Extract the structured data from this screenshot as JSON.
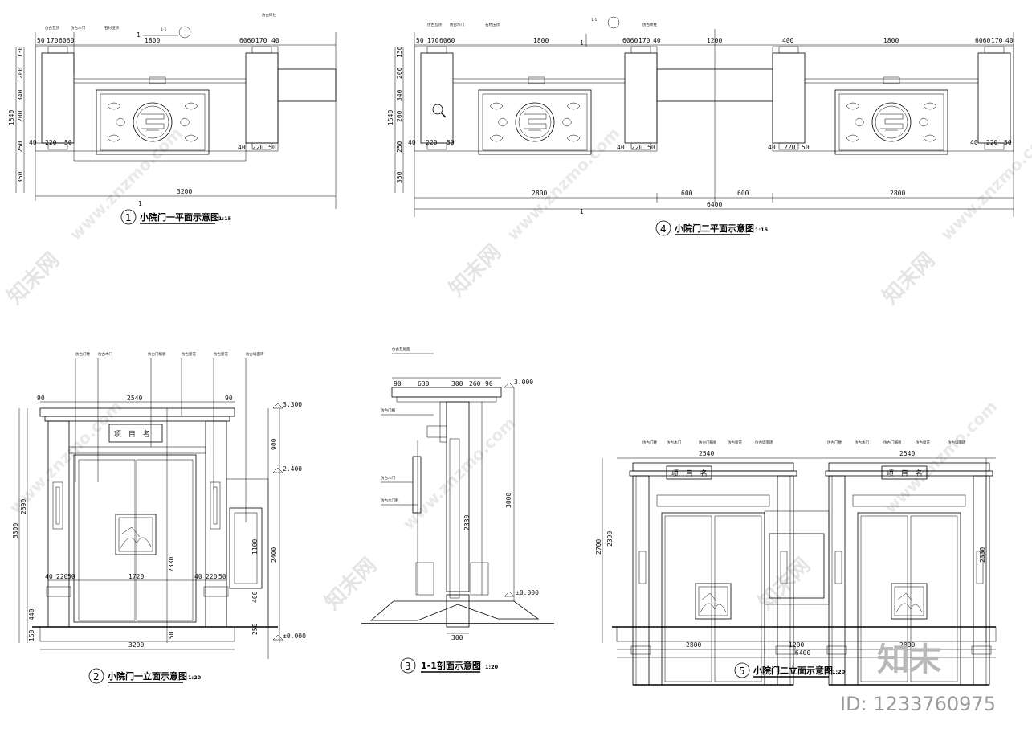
{
  "views": {
    "v1": {
      "number": "1",
      "title": "小院门一平面示意图",
      "scale": "1:15"
    },
    "v4": {
      "number": "4",
      "title": "小院门二平面示意图",
      "scale": "1:15"
    },
    "v2": {
      "number": "2",
      "title": "小院门一立面示意图",
      "scale": "1:20"
    },
    "v3": {
      "number": "3",
      "title": "1-1剖面示意图",
      "scale": "1:20"
    },
    "v5": {
      "number": "5",
      "title": "小院门二立面示意图",
      "scale": "1:20"
    }
  },
  "dims": {
    "plan1_top": [
      "50",
      "170",
      "6060",
      "1800",
      "6060",
      "170",
      "40"
    ],
    "plan1_left": [
      "130",
      "200",
      "340",
      "200",
      "250",
      "350"
    ],
    "plan1_total_left": "1540",
    "plan1_bottom": [
      "40",
      "220",
      "50",
      "40",
      "220",
      "50"
    ],
    "plan1_total": "3200",
    "plan2_top": [
      "50",
      "170",
      "6060",
      "1800",
      "6060",
      "170",
      "40",
      "1200",
      "400",
      "1800",
      "6060",
      "170",
      "40"
    ],
    "plan2_bottom_parts": [
      "2800",
      "600",
      "600",
      "2800"
    ],
    "plan2_total": "6400",
    "elev1_top": [
      "90",
      "2540",
      "90"
    ],
    "elev1_left": [
      "3300",
      "2390",
      "440",
      "150"
    ],
    "elev1_right_levels": [
      "3.300",
      "2.400",
      "±0.000"
    ],
    "elev1_right": [
      "900",
      "2400",
      "1100",
      "400",
      "250"
    ],
    "elev1_mid": [
      "2330",
      "1720",
      "220",
      "50",
      "40",
      "150"
    ],
    "elev1_total": "3200",
    "sect_top": [
      "90",
      "630",
      "300",
      "260",
      "90"
    ],
    "sect_heights": [
      "3000",
      "2330"
    ],
    "sect_levels": [
      "3.000",
      "±0.000"
    ],
    "sect_base": "300",
    "elev2_bottom": [
      "2800",
      "1200",
      "2800"
    ],
    "elev2_top": [
      "2540",
      "2540"
    ],
    "elev2_total": "6400",
    "elev2_heights": [
      "2700",
      "2390",
      "2330"
    ]
  },
  "labels": {
    "plaque_text": "项 目 名",
    "section_mark": "1-1",
    "section_letter": "1",
    "notes_plan": [
      "仿古瓦顶",
      "仿古木门",
      "石材压顶",
      "仿古砖柱"
    ],
    "notes_elev": [
      "仿古门楼",
      "仿古木门",
      "仿古门楣板",
      "仿古窗花",
      "仿古墙面砖"
    ],
    "notes_section": [
      "仿古瓦屋面",
      "仿古门楣",
      "仿古木门",
      "仿古木门框"
    ]
  },
  "watermarks": {
    "site_cn": "知末网",
    "site_url": "www.znzmo.com",
    "brand": "知末",
    "id_label": "ID: 1233760975"
  },
  "colors": {
    "ink": "#000000",
    "hatch": "#555555",
    "watermark": "#cfcfcf"
  }
}
